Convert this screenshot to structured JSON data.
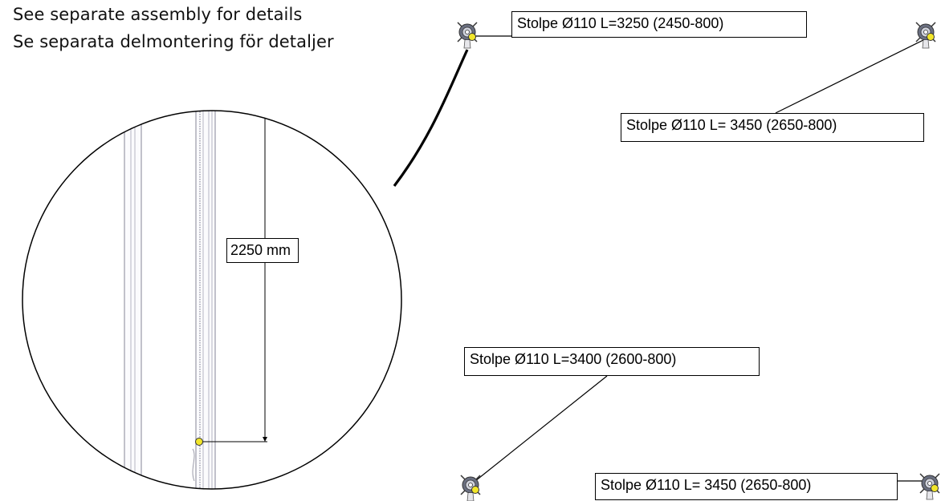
{
  "notes": {
    "english": "See separate assembly for details",
    "swedish": "Se separata delmontering för detaljer"
  },
  "detail_view": {
    "dimension_label": "2250 mm"
  },
  "post_labels": [
    {
      "text": "Stolpe Ø110 L=3250 (2450-800)"
    },
    {
      "text": "Stolpe Ø110 L= 3450 (2650-800)"
    },
    {
      "text": "Stolpe Ø110 L=3400 (2600-800)"
    },
    {
      "text": "Stolpe Ø110 L= 3450 (2650-800)"
    }
  ],
  "icons": {
    "post_base": "post-base-icon"
  },
  "colors": {
    "marker_fill": "#f2e62a",
    "line": "#000000",
    "pole": "#9a9aa8"
  }
}
